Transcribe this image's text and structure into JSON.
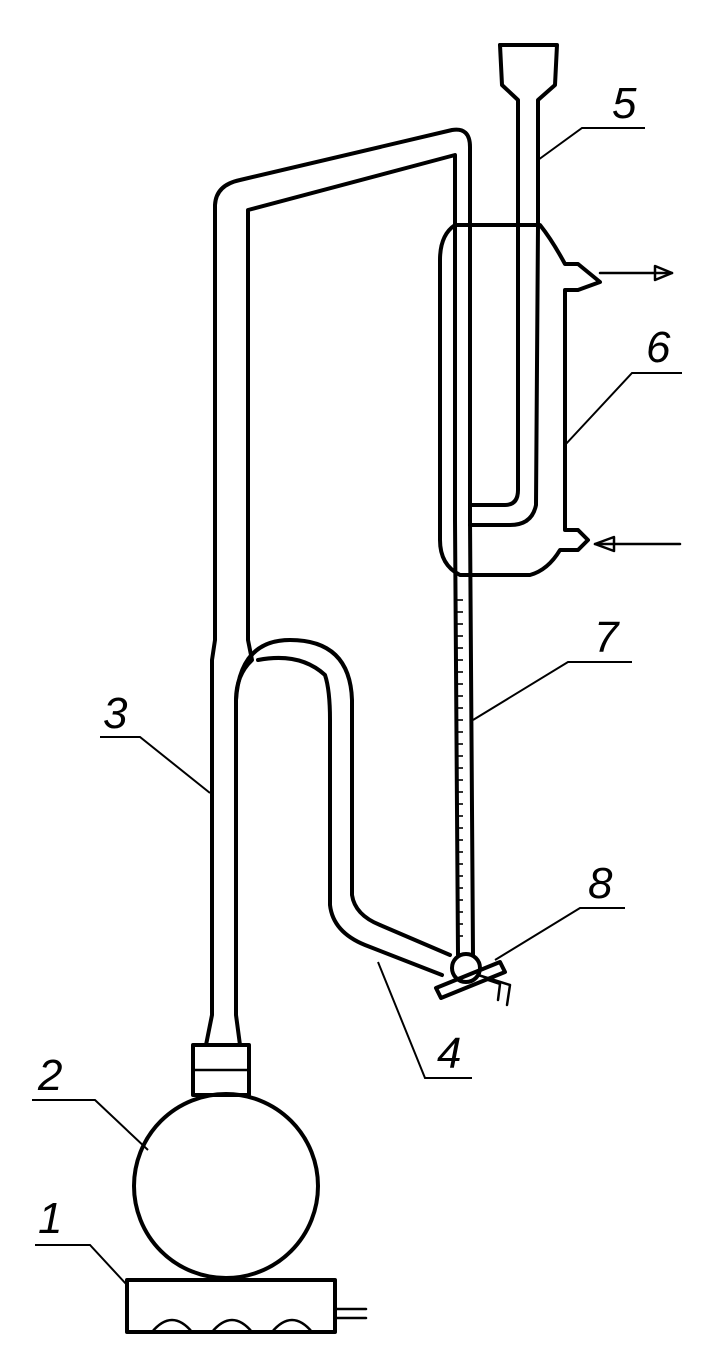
{
  "diagram": {
    "callouts": [
      {
        "id": "heater",
        "label": "1"
      },
      {
        "id": "flask",
        "label": "2"
      },
      {
        "id": "vapor-tube",
        "label": "3"
      },
      {
        "id": "return-tube",
        "label": "4"
      },
      {
        "id": "funnel-tube",
        "label": "5"
      },
      {
        "id": "condenser",
        "label": "6"
      },
      {
        "id": "graduated-tube",
        "label": "7"
      },
      {
        "id": "stopcock",
        "label": "8"
      }
    ]
  }
}
